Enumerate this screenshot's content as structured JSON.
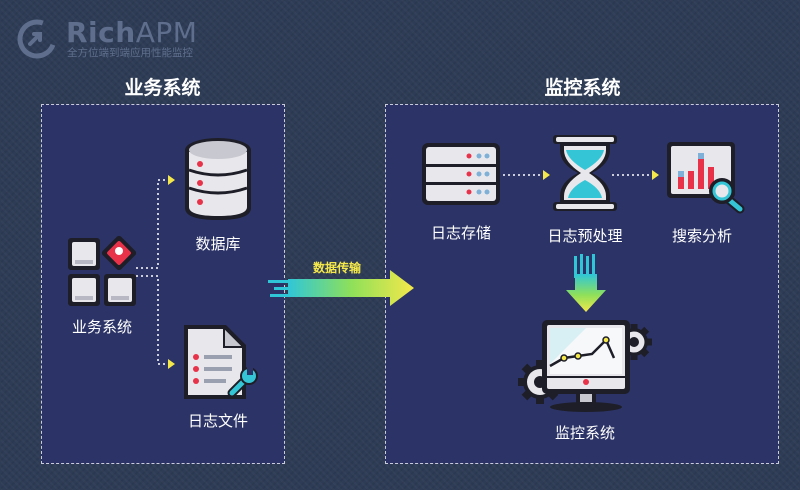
{
  "logo": {
    "brand_rich": "Rich",
    "brand_apm": "APM",
    "tagline": "全方位端到端应用性能监控"
  },
  "business": {
    "title": "业务系统",
    "system_label": "业务系统",
    "database_label": "数据库",
    "logfile_label": "日志文件"
  },
  "transfer": {
    "label": "数据传输"
  },
  "monitor": {
    "title": "监控系统",
    "storage_label": "日志存储",
    "preprocess_label": "日志预处理",
    "analysis_label": "搜索分析",
    "system_label": "监控系统"
  },
  "colors": {
    "background": "#2e3c56",
    "panel": "#2c3467",
    "accent_red": "#e8324a",
    "accent_teal": "#34c6d6",
    "accent_yellow": "#f4e84a",
    "arrow_green": "#8ee05a"
  },
  "icons": {
    "logo": "richapm-logo-icon",
    "database": "database-icon",
    "business_system": "app-grid-icon",
    "log_file": "document-wrench-icon",
    "storage": "server-icon",
    "preprocess": "hourglass-icon",
    "analysis": "chart-search-icon",
    "monitor": "monitor-gears-icon"
  }
}
